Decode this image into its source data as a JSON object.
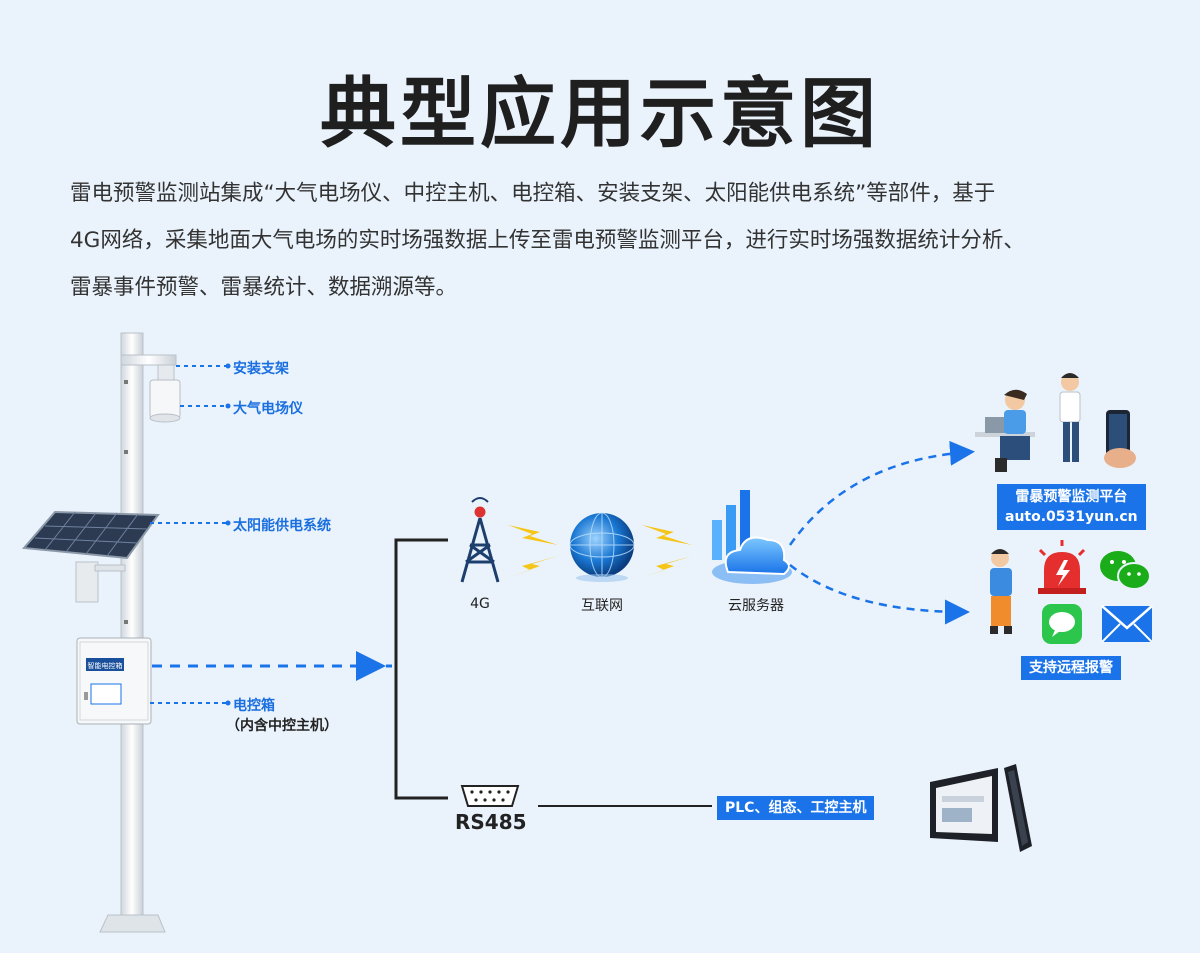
{
  "title": "典型应用示意图",
  "description": [
    "雷电预警监测站集成“大气电场仪、中控主机、电控箱、安装支架、太阳能供电系统”等部件，基于",
    "4G网络，采集地面大气电场的实时场强数据上传至雷电预警监测平台，进行实时场强数据统计分析、",
    "雷暴事件预警、雷暴统计、数据溯源等。"
  ],
  "device": {
    "bracket_label": "安装支架",
    "sensor_label": "大气电场仪",
    "solar_label": "太阳能供电系统",
    "box_label": "电控箱",
    "box_sub_label": "（内含中控主机）",
    "box_nameplate": "智能电控箱"
  },
  "network": {
    "tower_label": "4G",
    "internet_label": "互联网",
    "cloud_label": "云服务器",
    "rs485_label": "RS485"
  },
  "platform": {
    "line1": "雷暴预警监测平台",
    "line2": "auto.0531yun.cn"
  },
  "alarm": {
    "label": "支持远程报警"
  },
  "plc": {
    "label": "PLC、组态、工控主机"
  },
  "colors": {
    "accent": "#1a73e8",
    "background": "#eaf3fc",
    "lightning": "#f5c518"
  }
}
